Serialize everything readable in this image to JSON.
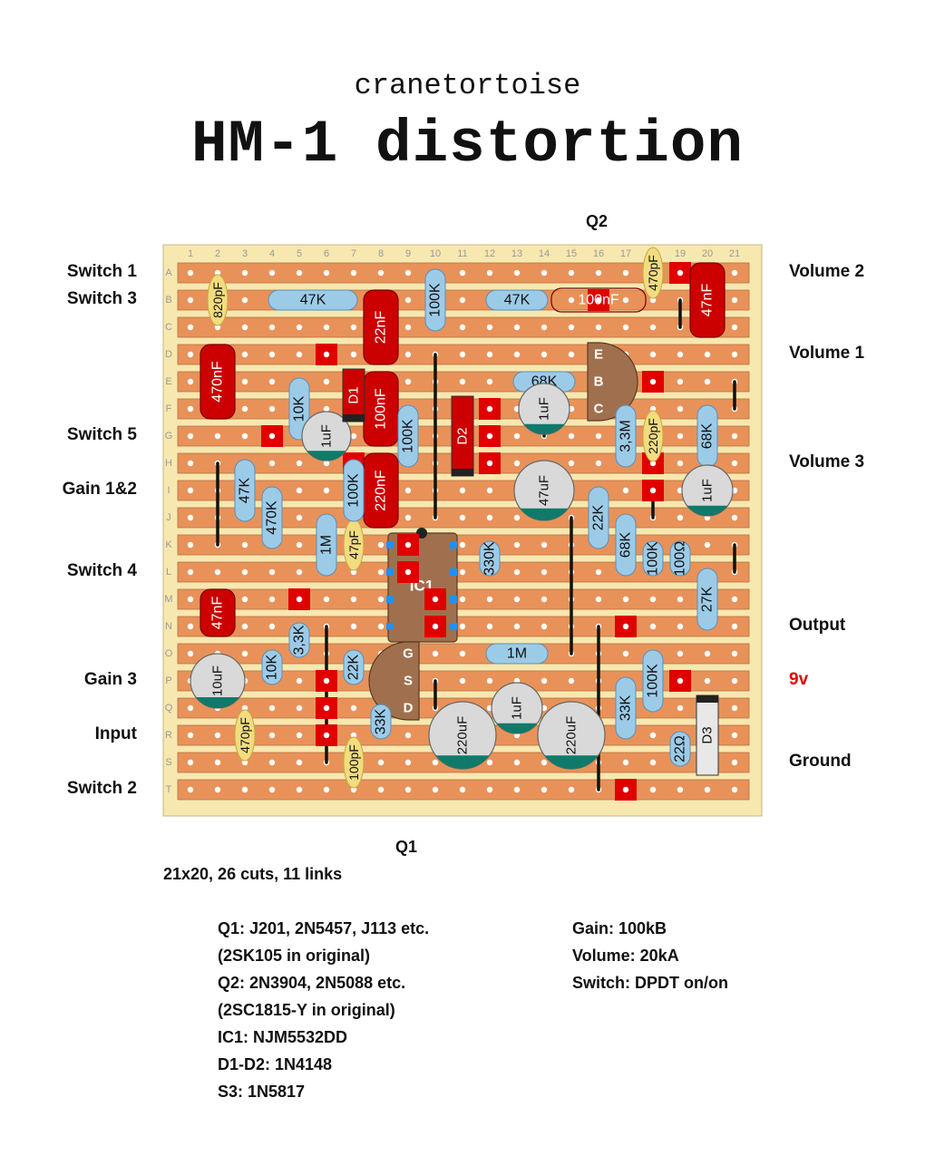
{
  "header": {
    "subtitle": "cranetortoise",
    "title": "HM-1 distortion"
  },
  "board": {
    "columns": [
      "1",
      "2",
      "3",
      "4",
      "5",
      "6",
      "7",
      "8",
      "9",
      "10",
      "11",
      "12",
      "13",
      "14",
      "15",
      "16",
      "17",
      "18",
      "19",
      "20",
      "21"
    ],
    "rows": [
      "A",
      "B",
      "C",
      "D",
      "E",
      "F",
      "G",
      "H",
      "I",
      "J",
      "K",
      "L",
      "M",
      "N",
      "O",
      "P",
      "Q",
      "R",
      "S",
      "T"
    ],
    "colors": {
      "board": "#f7e8b0",
      "strip": "#e8925a",
      "hole": "#ffffff",
      "cut": "#e00000",
      "link": "#111111",
      "resistor": "#9ccbe8",
      "electrolytic": "#d9d9d9",
      "film": "#cc0000",
      "ceramic": "#f2dc80",
      "transistor": "#a0704e",
      "chip": "#a0704e"
    },
    "top_label": "Q2",
    "bottom_label": "Q1",
    "left_labels": [
      {
        "row": "A",
        "text": "Switch 1"
      },
      {
        "row": "B",
        "text": "Switch 3"
      },
      {
        "row": "G",
        "text": "Switch 5"
      },
      {
        "row": "I",
        "text": "Gain 1&2"
      },
      {
        "row": "L",
        "text": "Switch 4"
      },
      {
        "row": "P",
        "text": "Gain 3"
      },
      {
        "row": "R",
        "text": "Input"
      },
      {
        "row": "T",
        "text": "Switch 2"
      }
    ],
    "right_labels": [
      {
        "row": "A",
        "text": "Volume 2",
        "red": false
      },
      {
        "row": "D",
        "text": "Volume 1",
        "red": false
      },
      {
        "row": "H",
        "text": "Volume 3",
        "red": false
      },
      {
        "row": "N",
        "text": "Output",
        "red": false
      },
      {
        "row": "P",
        "text": "9v",
        "red": true
      },
      {
        "row": "S",
        "text": "Ground",
        "red": false
      }
    ],
    "cuts": [
      {
        "c": 19,
        "r": "A"
      },
      {
        "c": 6,
        "r": "D"
      },
      {
        "c": 18,
        "r": "E"
      },
      {
        "c": 4,
        "r": "G"
      },
      {
        "c": 12,
        "r": "F"
      },
      {
        "c": 12,
        "r": "G"
      },
      {
        "c": 12,
        "r": "H"
      },
      {
        "c": 18,
        "r": "H"
      },
      {
        "c": 18,
        "r": "I"
      },
      {
        "c": 7,
        "r": "H"
      },
      {
        "c": 9,
        "r": "K"
      },
      {
        "c": 9,
        "r": "L"
      },
      {
        "c": 10,
        "r": "M"
      },
      {
        "c": 10,
        "r": "N"
      },
      {
        "c": 5,
        "r": "M"
      },
      {
        "c": 17,
        "r": "N"
      },
      {
        "c": 19,
        "r": "P"
      },
      {
        "c": 6,
        "r": "P"
      },
      {
        "c": 6,
        "r": "Q"
      },
      {
        "c": 6,
        "r": "R"
      },
      {
        "c": 17,
        "r": "T"
      },
      {
        "c": 16,
        "r": "B"
      }
    ],
    "links": [
      {
        "c": 19,
        "r1": "B",
        "r2": "C"
      },
      {
        "c": 10,
        "r1": "D",
        "r2": "J"
      },
      {
        "c": 14,
        "r1": "F",
        "r2": "G"
      },
      {
        "c": 21,
        "r1": "E",
        "r2": "F"
      },
      {
        "c": 2,
        "r1": "H",
        "r2": "K"
      },
      {
        "c": 21,
        "r1": "K",
        "r2": "L"
      },
      {
        "c": 15,
        "r1": "J",
        "r2": "O"
      },
      {
        "c": 6,
        "r1": "N",
        "r2": "S"
      },
      {
        "c": 10,
        "r1": "P",
        "r2": "Q"
      },
      {
        "c": 16,
        "r1": "N",
        "r2": "T"
      },
      {
        "c": 18,
        "r1": "I",
        "r2": "J"
      }
    ],
    "resistors": [
      {
        "text": "47K",
        "c1": 4,
        "r1": "B",
        "c2": 7,
        "r2": "B"
      },
      {
        "text": "100K",
        "c1": 10,
        "r1": "A",
        "c2": 10,
        "r2": "C"
      },
      {
        "text": "47K",
        "c1": 12,
        "r1": "B",
        "c2": 14,
        "r2": "B"
      },
      {
        "text": "68K",
        "c1": 13,
        "r1": "E",
        "c2": 15,
        "r2": "E"
      },
      {
        "text": "10K",
        "c1": 5,
        "r1": "E",
        "c2": 5,
        "r2": "G"
      },
      {
        "text": "100K",
        "c1": 9,
        "r1": "F",
        "c2": 9,
        "r2": "H"
      },
      {
        "text": "3,3M",
        "c1": 17,
        "r1": "F",
        "c2": 17,
        "r2": "H"
      },
      {
        "text": "68K",
        "c1": 20,
        "r1": "F",
        "c2": 20,
        "r2": "H"
      },
      {
        "text": "100K",
        "c1": 7,
        "r1": "H",
        "c2": 7,
        "r2": "J"
      },
      {
        "text": "47K",
        "c1": 3,
        "r1": "H",
        "c2": 3,
        "r2": "J"
      },
      {
        "text": "470K",
        "c1": 4,
        "r1": "I",
        "c2": 4,
        "r2": "K"
      },
      {
        "text": "22K",
        "c1": 16,
        "r1": "I",
        "c2": 16,
        "r2": "K"
      },
      {
        "text": "1M",
        "c1": 6,
        "r1": "J",
        "c2": 6,
        "r2": "L"
      },
      {
        "text": "330K",
        "c1": 12,
        "r1": "K",
        "c2": 12,
        "r2": "L"
      },
      {
        "text": "68K",
        "c1": 17,
        "r1": "J",
        "c2": 17,
        "r2": "L"
      },
      {
        "text": "100K",
        "c1": 18,
        "r1": "K",
        "c2": 18,
        "r2": "L"
      },
      {
        "text": "100Ω",
        "c1": 19,
        "r1": "K",
        "c2": 19,
        "r2": "L"
      },
      {
        "text": "27K",
        "c1": 20,
        "r1": "L",
        "c2": 20,
        "r2": "N"
      },
      {
        "text": "3,3K",
        "c1": 5,
        "r1": "N",
        "c2": 5,
        "r2": "O"
      },
      {
        "text": "10K",
        "c1": 4,
        "r1": "O",
        "c2": 4,
        "r2": "P"
      },
      {
        "text": "22K",
        "c1": 7,
        "r1": "O",
        "c2": 7,
        "r2": "P"
      },
      {
        "text": "1M",
        "c1": 12,
        "r1": "O",
        "c2": 14,
        "r2": "O"
      },
      {
        "text": "33K",
        "c1": 8,
        "r1": "Q",
        "c2": 8,
        "r2": "R"
      },
      {
        "text": "33K",
        "c1": 17,
        "r1": "P",
        "c2": 17,
        "r2": "R"
      },
      {
        "text": "100K",
        "c1": 18,
        "r1": "O",
        "c2": 18,
        "r2": "Q"
      },
      {
        "text": "22Ω",
        "c1": 19,
        "r1": "R",
        "c2": 19,
        "r2": "S"
      }
    ],
    "films": [
      {
        "text": "22nF",
        "c": 8,
        "r1": "B",
        "r2": "D",
        "vertical": true
      },
      {
        "text": "470nF",
        "c": 2,
        "r1": "D",
        "r2": "F",
        "vertical": true
      },
      {
        "text": "100nF",
        "c": 8,
        "r1": "E",
        "r2": "G",
        "vertical": true
      },
      {
        "text": "220nF",
        "c": 8,
        "r1": "H",
        "r2": "J",
        "vertical": true
      },
      {
        "text": "47nF",
        "c": 2,
        "r1": "M",
        "r2": "N",
        "vertical": true
      },
      {
        "text": "47nF",
        "c": 20,
        "r1": "A",
        "r2": "C",
        "vertical": true
      },
      {
        "text": "100nF",
        "c1": 15,
        "c2": 17,
        "r": "B",
        "vertical": false
      }
    ],
    "ceramics": [
      {
        "text": "820pF",
        "c": 2,
        "r": "B"
      },
      {
        "text": "470pF",
        "c": 18,
        "r": "A"
      },
      {
        "text": "220pF",
        "c": 18,
        "r": "G"
      },
      {
        "text": "47pF",
        "c": 7,
        "r": "K"
      },
      {
        "text": "470pF",
        "c": 3,
        "r": "R"
      },
      {
        "text": "100pF",
        "c": 7,
        "r": "S"
      }
    ],
    "electrolytics": [
      {
        "text": "1uF",
        "c": 6,
        "r": "G",
        "size": 27
      },
      {
        "text": "1uF",
        "c": 14,
        "r": "F",
        "size": 28
      },
      {
        "text": "47uF",
        "c": 14,
        "r": "I",
        "size": 33
      },
      {
        "text": "1uF",
        "c": 20,
        "r": "I",
        "size": 28
      },
      {
        "text": "10uF",
        "c": 2,
        "r": "P",
        "size": 30
      },
      {
        "text": "1uF",
        "c": 13,
        "r": "Q",
        "size": 28
      },
      {
        "text": "220uF",
        "c": 11,
        "r": "R",
        "size": 37
      },
      {
        "text": "220uF",
        "c": 15,
        "r": "R",
        "size": 37
      }
    ],
    "diodes": [
      {
        "text": "D1",
        "c": 7,
        "r1": "E",
        "r2": "F"
      },
      {
        "text": "D2",
        "c": 11,
        "r1": "F",
        "r2": "H"
      },
      {
        "text": "D3",
        "c": 20,
        "r1": "Q",
        "r2": "S"
      }
    ],
    "q2": {
      "pins": [
        "E",
        "B",
        "C"
      ],
      "c": 16,
      "rows": [
        "D",
        "E",
        "F"
      ]
    },
    "q1": {
      "pins": [
        "G",
        "S",
        "D"
      ],
      "c": 9,
      "rows": [
        "O",
        "P",
        "Q"
      ]
    },
    "ic": {
      "label": "IC1"
    }
  },
  "notes": {
    "dims": "21x20, 26 cuts, 11 links",
    "left": [
      "Q1: J201, 2N5457, J113 etc.",
      "(2SK105 in original)",
      "Q2: 2N3904, 2N5088 etc.",
      "(2SC1815-Y in original)",
      "IC1: NJM5532DD",
      "D1-D2: 1N4148",
      "S3: 1N5817"
    ],
    "right": [
      "Gain: 100kB",
      "Volume: 20kA",
      "Switch: DPDT on/on"
    ]
  }
}
